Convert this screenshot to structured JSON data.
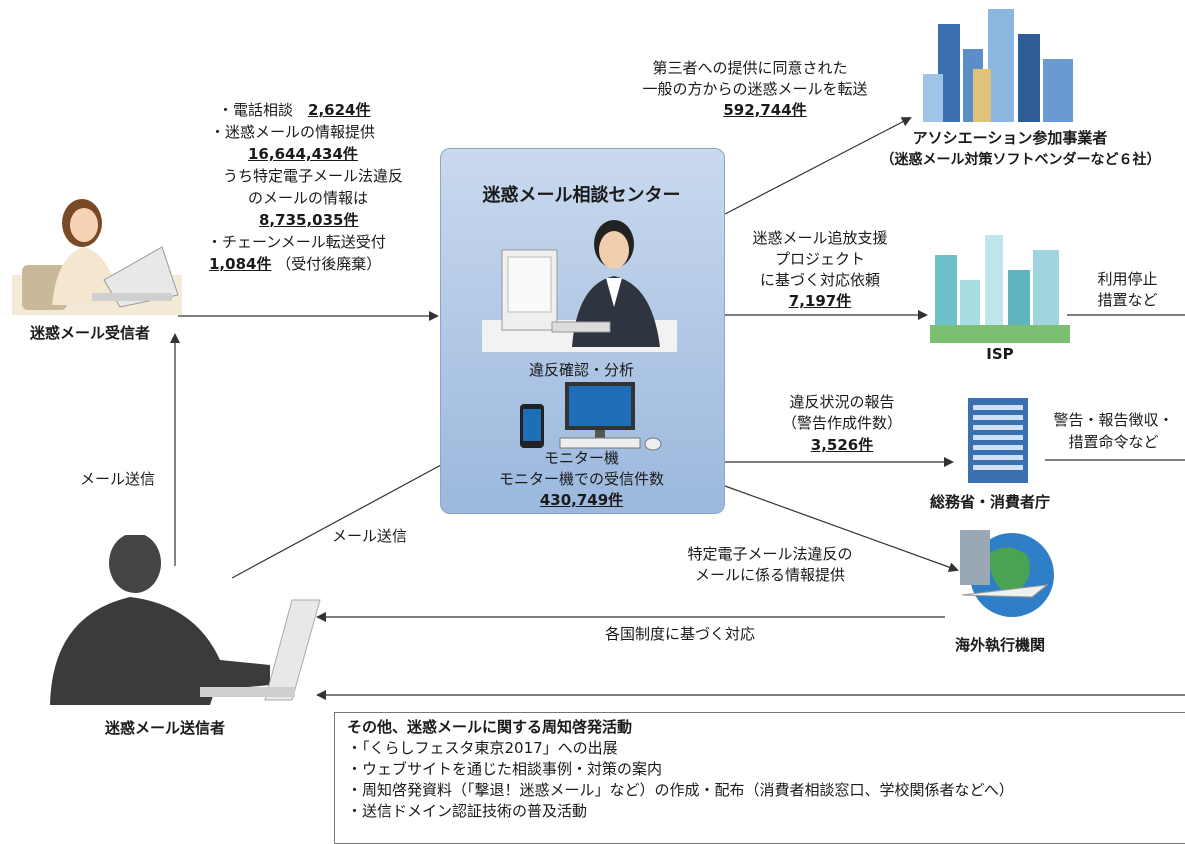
{
  "receiver": {
    "label": "迷惑メール受信者",
    "items": [
      {
        "prefix": "・電話相談　",
        "value": "2,624件"
      },
      {
        "prefix": "・迷惑メールの情報提供",
        "value": ""
      },
      {
        "prefix": "",
        "value": "16,644,434件"
      },
      {
        "prefix": "うち特定電子メール法違反",
        "value": ""
      },
      {
        "prefix": "のメールの情報は",
        "value": ""
      },
      {
        "prefix": "",
        "value": "8,735,035件"
      },
      {
        "prefix": "・チェーンメール転送受付",
        "value": ""
      }
    ],
    "chain_value": "1,084件",
    "chain_note": "（受付後廃棄）"
  },
  "center": {
    "title": "迷惑メール相談センター",
    "analysis": "違反確認・分析",
    "monitor": "モニター機",
    "monitor_count_label": "モニター機での受信件数",
    "monitor_count": "430,749件"
  },
  "sender": {
    "label": "迷惑メール送信者",
    "send_left": "メール送信",
    "send_right": "メール送信"
  },
  "association": {
    "label": "アソシエーション参加事業者",
    "sublabel": "（迷惑メール対策ソフトベンダーなど６社）",
    "flow_line1": "第三者への提供に同意された",
    "flow_line2": "一般の方からの迷惑メールを転送",
    "flow_value": "592,744件"
  },
  "isp": {
    "label": "ISP",
    "flow_line1": "迷惑メール追放支援",
    "flow_line2": "プロジェクト",
    "flow_line3": "に基づく対応依頼",
    "flow_value": "7,197件",
    "action_line1": "利用停止",
    "action_line2": "措置など"
  },
  "ministry": {
    "label": "総務省・消費者庁",
    "flow_line1": "違反状況の報告",
    "flow_line2": "（警告作成件数）",
    "flow_value": "3,526件",
    "action_line1": "警告・報告徴収・",
    "action_line2": "措置命令など"
  },
  "overseas": {
    "label": "海外執行機関",
    "flow_line1": "特定電子メール法違反の",
    "flow_line2": "メールに係る情報提供",
    "response": "各国制度に基づく対応"
  },
  "notice": {
    "title": "その他、迷惑メールに関する周知啓発活動",
    "items": [
      "・「くらしフェスタ東京2017」への出展",
      "・ウェブサイトを通じた相談事例・対策の案内",
      "・周知啓発資料（「撃退！迷惑メール」など）の作成・配布（消費者相談窓口、学校関係者などへ）",
      "・送信ドメイン認証技術の普及活動"
    ]
  },
  "colors": {
    "center_box": "#aec6e6",
    "arrow": "#333333",
    "building_blue": "#3a6fb0",
    "globe": "#2f7fc8"
  }
}
